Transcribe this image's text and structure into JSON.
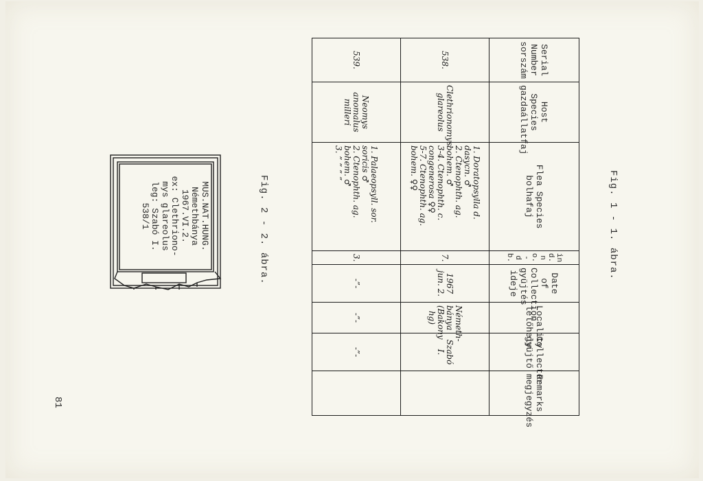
{
  "fig1": {
    "caption": "Fig. 1 - 1. ábra."
  },
  "fig2": {
    "caption": "Fig. 2 - 2. ábra."
  },
  "page_number": "81",
  "table": {
    "headers": {
      "serial": [
        "Serial",
        "Number",
        "sorszám"
      ],
      "host": [
        "Host Species",
        "gazdaállatfaj"
      ],
      "flea": [
        "Flea Species",
        "bolhafaj"
      ],
      "indno": "ind.no. - db.",
      "date": [
        "Date of",
        "Collection",
        "gyüjtés ideje"
      ],
      "locality": [
        "Locality",
        "lelőhely"
      ],
      "collector": [
        "Collector",
        "gyüjtő"
      ],
      "remarks": [
        "Remarks",
        "megjegyzés"
      ]
    },
    "rows": [
      {
        "serial": "538.",
        "host": [
          "Clethrionomys",
          "glareolus"
        ],
        "flea": [
          "1. Doratopsylla d. dasycn. ♂",
          "2. Ctenophth. ag. bohem. ♂",
          "3-4. Ctenophth. c. congenerosa ♀♀",
          "5-7. Ctenophth. ag. bohem. ♀♀"
        ],
        "indno": "7.",
        "date": [
          "1967",
          "jun. 2."
        ],
        "locality": [
          "Németh-",
          "bánya",
          "(Bakony hg)"
        ],
        "collector": "Szabó I.",
        "remarks": ""
      },
      {
        "serial": "539.",
        "host": [
          "Neomys anomalus",
          "milleri"
        ],
        "flea": [
          "1. Palaeopsyll. sor. soricis ♂",
          "2. Ctenophth. ag. bohem. ♂",
          "3. ” ” ” ”"
        ],
        "indno": "3.",
        "date": [
          "-”-"
        ],
        "locality": [
          "-”-"
        ],
        "collector": "-”-",
        "remarks": ""
      }
    ]
  },
  "specimen_label": {
    "lines": [
      "MUS.NAT.HUNG.",
      "Némethbánya",
      "1967.VI.2.",
      "ex: Clethriono-",
      "mys glareolus",
      "leg: Szabó I.",
      "538/1"
    ]
  }
}
